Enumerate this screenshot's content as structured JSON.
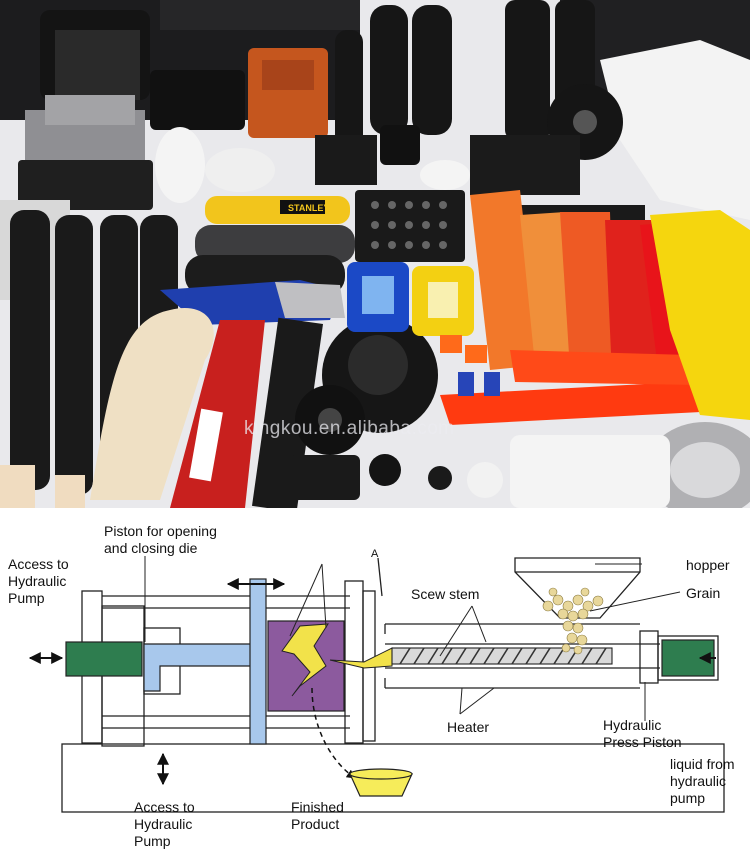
{
  "photo": {
    "watermark": "kingkou.en.alibaba.com",
    "brand_text": "STANLEY"
  },
  "diagram": {
    "labels": {
      "piston_top": "Piston for opening\nand closing die",
      "access_left": "Access to\nHydraulic\nPump",
      "access_bottom": "Access to\nHydraulic\nPump",
      "marker_a": "A",
      "screw_stem": "Scew stem",
      "hopper": "hopper",
      "grain": "Grain",
      "heater": "Heater",
      "hydraulic_press_piston": "Hydraulic\nPress Piston",
      "liquid_from_pump": "liquid from\nhydraulic\npump",
      "finished_product": "Finished\nProduct"
    },
    "colors": {
      "piston_green": "#2e7d4f",
      "piston_blue": "#a8c8ec",
      "mold_purple": "#8c5a9e",
      "melt_yellow": "#f2e24a",
      "cup_yellow": "#f6ec5a"
    }
  }
}
